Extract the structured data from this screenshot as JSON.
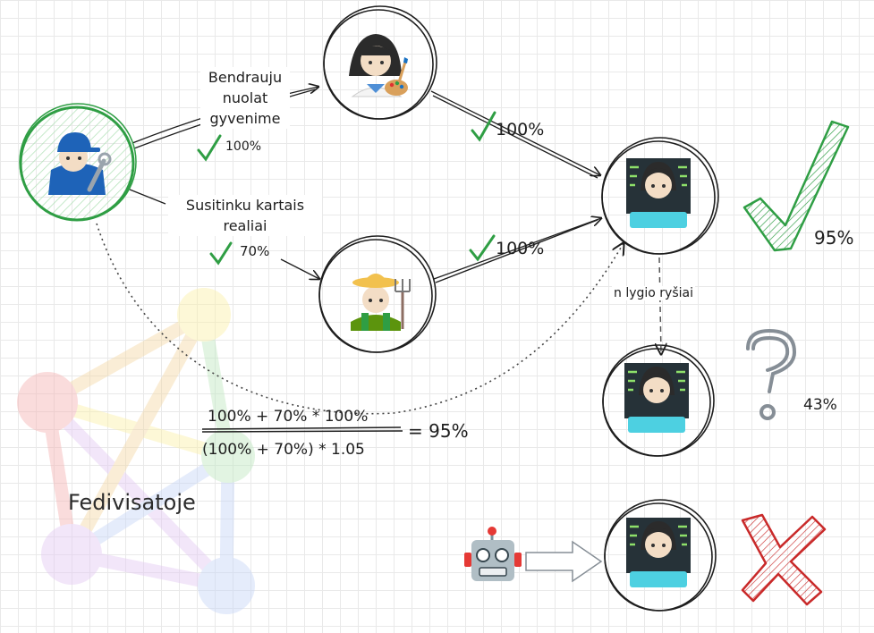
{
  "colors": {
    "stroke": "#1e1e1e",
    "check_green": "#2f9e44",
    "cross_red": "#c92a2a",
    "mechanic_ring": "#2f9e44",
    "fediverse": [
      "#f6b3b3",
      "#f4d9a6",
      "#fbf0a8",
      "#bfe8c0",
      "#c7d6f7",
      "#e3c8f2"
    ]
  },
  "nodes": {
    "mechanic": {
      "icon": "mechanic-emoji"
    },
    "artist": {
      "icon": "artist-emoji"
    },
    "farmer": {
      "icon": "farmer-emoji"
    },
    "tech_top": {
      "icon": "technologist-emoji"
    },
    "tech_mid": {
      "icon": "technologist-emoji"
    },
    "tech_bottom": {
      "icon": "technologist-emoji"
    },
    "robot": {
      "icon": "robot-emoji"
    }
  },
  "labels": {
    "edge_artist": {
      "line1": "Bendrauju",
      "line2": "nuolat",
      "line3": "gyvenime",
      "pct": "100%"
    },
    "edge_farmer": {
      "line1": "Susitinku kartais",
      "line2": "realiai",
      "pct": "70%"
    },
    "artist_to_tech": "100%",
    "farmer_to_tech": "100%",
    "nth_level": "n lygio ryšiai",
    "formula_numerator": "100% + 70% * 100%",
    "formula_denominator": "(100% + 70%) * 1.05",
    "formula_result": "= 95%",
    "score_top": "95%",
    "score_mid": "43%",
    "fediverse_caption": "Fedivisatoje"
  }
}
